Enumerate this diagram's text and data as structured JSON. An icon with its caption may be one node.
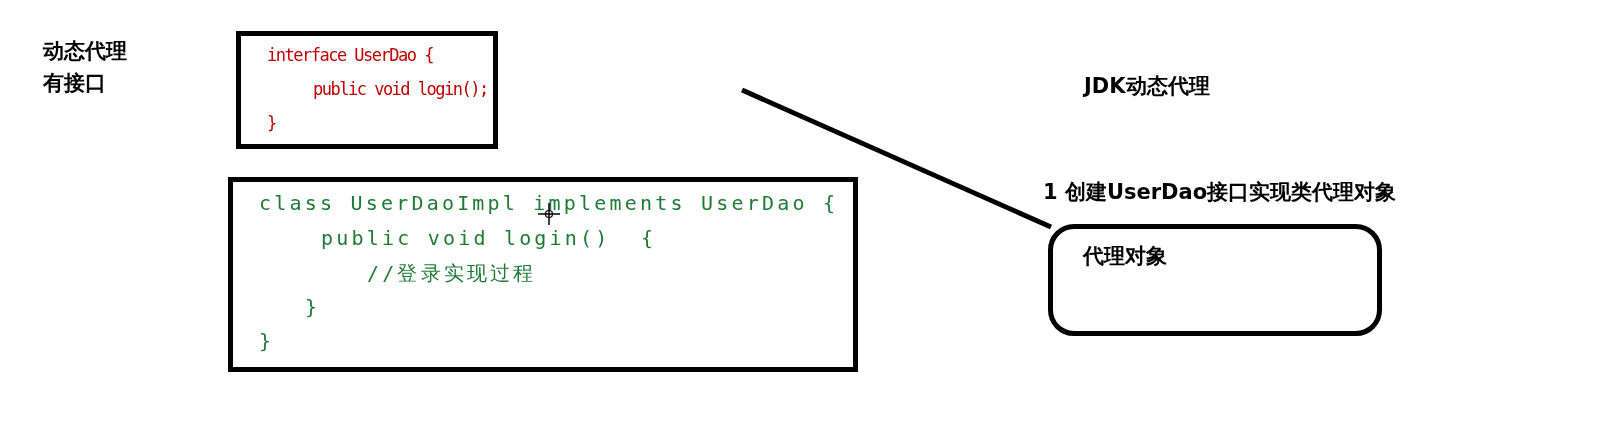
{
  "diagram": {
    "nodes": [
      {
        "text": [
          "interface UserDao {",
          "public void login();",
          "}"
        ]
      },
      {
        "text": [
          "class UserDaoImpl implements UserDao {",
          "public void login()  {",
          "//登录实现过程",
          "}",
          "}"
        ]
      },
      {
        "text": [
          "代理对象"
        ]
      }
    ],
    "edges": [
      {
        "from": null,
        "to": 2,
        "arrow": "none"
      }
    ],
    "labels": [
      "动态代理有接口",
      "JDK动态代理",
      "1 创建UserDao接口实现类代理对象"
    ]
  }
}
